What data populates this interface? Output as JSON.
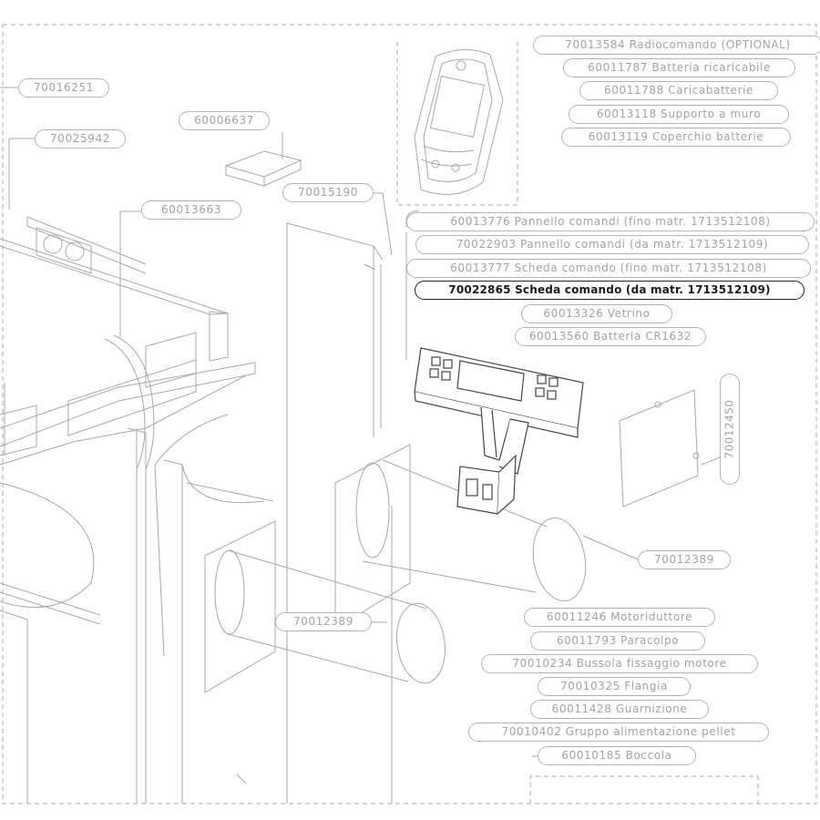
{
  "parts": [
    {
      "id": "c1",
      "label": "70016251"
    },
    {
      "id": "c2",
      "label": "70025942"
    },
    {
      "id": "c3",
      "label": "60006637"
    },
    {
      "id": "c4",
      "label": "60013663"
    },
    {
      "id": "c5",
      "label": "70015190"
    },
    {
      "id": "c6",
      "label": "70013584 Radiocomando (OPTIONAL)"
    },
    {
      "id": "c7",
      "label": "60011787 Batteria ricaricabile"
    },
    {
      "id": "c8",
      "label": "60011788 Caricabatterie"
    },
    {
      "id": "c9",
      "label": "60013118 Supporto a muro"
    },
    {
      "id": "c10",
      "label": "60013119 Coperchio batterie"
    },
    {
      "id": "c11",
      "label": "60013776   Pannello comandi (fino matr. 1713512108)"
    },
    {
      "id": "c12",
      "label": "70022903 Pannello comandi (da matr. 1713512109)"
    },
    {
      "id": "c13",
      "label": "60013777   Scheda comando (fino matr. 1713512108)"
    },
    {
      "id": "c14",
      "label": "70022865 Scheda comando (da matr. 1713512109)",
      "selected": true
    },
    {
      "id": "c15",
      "label": "60013326 Vetrino"
    },
    {
      "id": "c16",
      "label": "60013560 Batteria CR1632"
    },
    {
      "id": "c17",
      "label": "70012450",
      "vertical": true
    },
    {
      "id": "c18",
      "label": "70012389"
    },
    {
      "id": "c19",
      "label": "70012389"
    },
    {
      "id": "c20",
      "label": "60011246 Motoriduttore"
    },
    {
      "id": "c21",
      "label": "60011793 Paracolpo"
    },
    {
      "id": "c22",
      "label": "70010234 Bussola fissaggio motore"
    },
    {
      "id": "c23",
      "label": "70010325 Flangia"
    },
    {
      "id": "c24",
      "label": "60011428 Guarnizione"
    },
    {
      "id": "c25",
      "label": "70010402 Gruppo alimentazione pellet"
    },
    {
      "id": "c26",
      "label": "60010185 Boccola"
    }
  ]
}
